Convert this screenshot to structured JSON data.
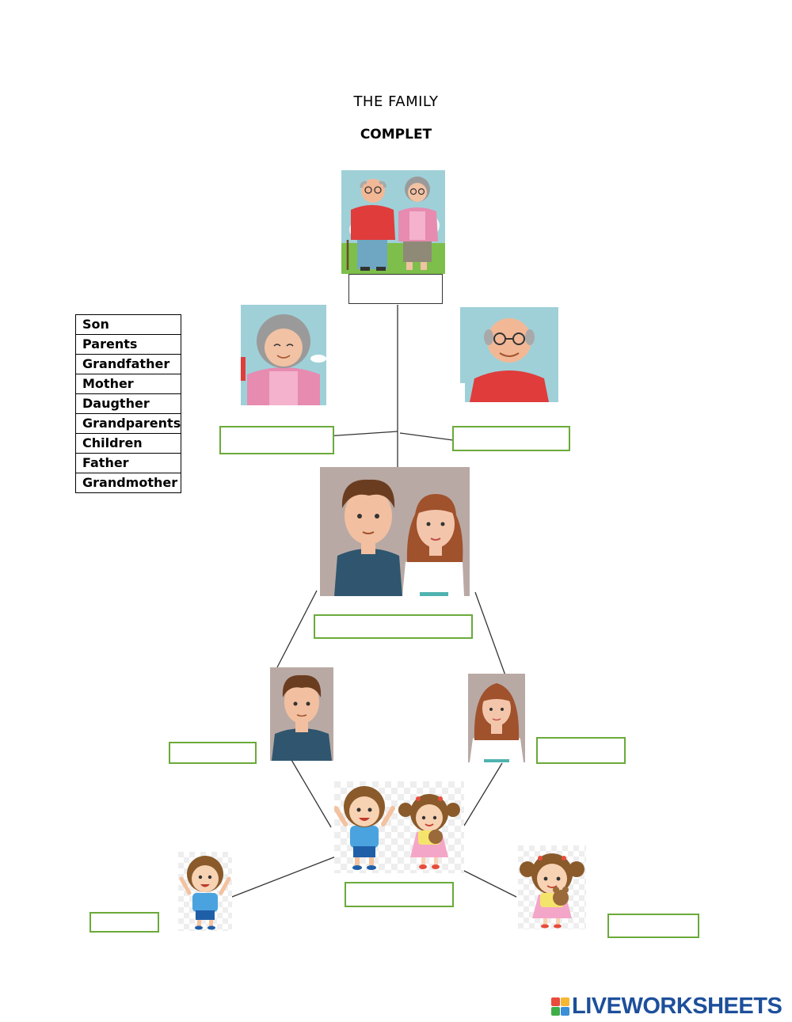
{
  "header": {
    "title": "THE FAMILY",
    "subtitle": "COMPLET"
  },
  "word_bank": [
    "Son",
    "Parents",
    "Grandfather",
    "Mother",
    "Daugther",
    "Grandparents",
    "Children",
    "Father",
    "Grandmother"
  ],
  "answer_boxes": {
    "grandparents": "",
    "grandmother": "",
    "grandfather": "",
    "parents": "",
    "father": "",
    "mother": "",
    "children": "",
    "son": "",
    "daughter": ""
  },
  "colors": {
    "box_border": "#6aaa3a",
    "logo_text": "#1d4f9b",
    "photo_bg": "#b9a9a4",
    "sky_bg": "#9fd0d8"
  },
  "logo": {
    "text": "LIVEWORKSHEETS",
    "badge_colors": [
      "#e94b3c",
      "#f7b733",
      "#3fae49",
      "#3b8fd6"
    ]
  }
}
